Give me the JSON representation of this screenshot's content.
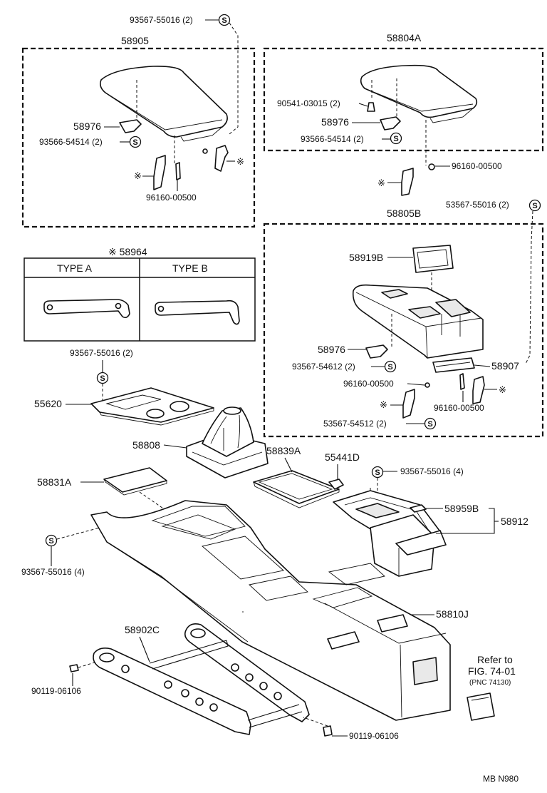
{
  "diagram": {
    "s_mark": "S",
    "groups": {
      "g58905": "58905",
      "g58804A": "58804A",
      "g58805B": "58805B",
      "g58964": "※ 58964"
    },
    "type_table": {
      "type_a": "TYPE  A",
      "type_b": "TYPE  B"
    },
    "labels": {
      "top_bolt": "93567-55016 (2)",
      "left_58976": "58976",
      "left_93566": "93566-54514 (2)",
      "left_96160": "96160-00500",
      "right_90541": "90541-03015 (2)",
      "right_58976": "58976",
      "right_93566": "93566-54514 (2)",
      "right_96160": "96160-00500",
      "box3_53567_top": "53567-55016 (2)",
      "p58919B": "58919B",
      "p58976c": "58976",
      "p93567_54612": "93567-54612 (2)",
      "p58907": "58907",
      "p96160_c1": "96160-00500",
      "p96160_c2": "96160-00500",
      "p53567_54512": "53567-54512 (2)",
      "p93567_mid": "93567-55016 (2)",
      "p55620": "55620",
      "p58808": "58808",
      "p58839A": "58839A",
      "p55441D": "55441D",
      "p93567_4_right": "93567-55016 (4)",
      "p58831A": "58831A",
      "p58959B": "58959B",
      "p58912": "58912",
      "p93567_4_left": "93567-55016 (4)",
      "p58810J": "58810J",
      "p58902C": "58902C",
      "p90119_left": "90119-06106",
      "p90119_bottom": "90119-06106",
      "refer_line1": "Refer to",
      "refer_line2": "FIG. 74-01",
      "refer_line3": "(PNC 74130)",
      "footer": "MB  N980"
    }
  }
}
